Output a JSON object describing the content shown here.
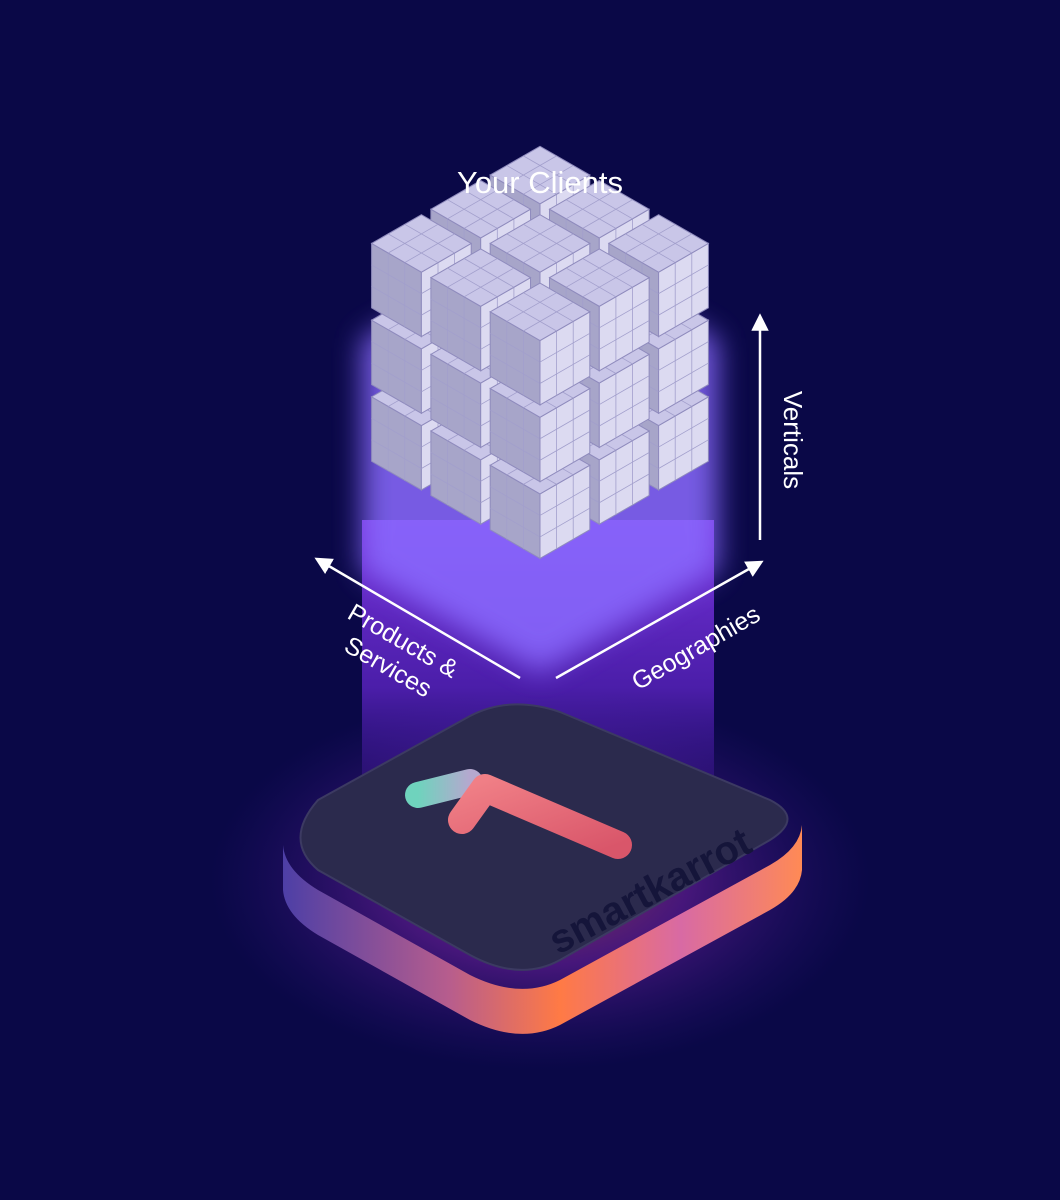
{
  "title": "Your Clients",
  "axes": {
    "vertical": "Verticals",
    "left": [
      "Products &",
      "Services"
    ],
    "right": "Geographies"
  },
  "brand": {
    "wordmark": "smartkarrot",
    "logo_colors": {
      "mint": "#8fd0c0",
      "coral": "#e8707e",
      "platform_top": "#2b2a4d",
      "platform_glow": "#ff6a3d"
    }
  },
  "colors": {
    "background": "#0a0847",
    "cube": "#c9c6e8",
    "beam": "#7a2ff0"
  }
}
